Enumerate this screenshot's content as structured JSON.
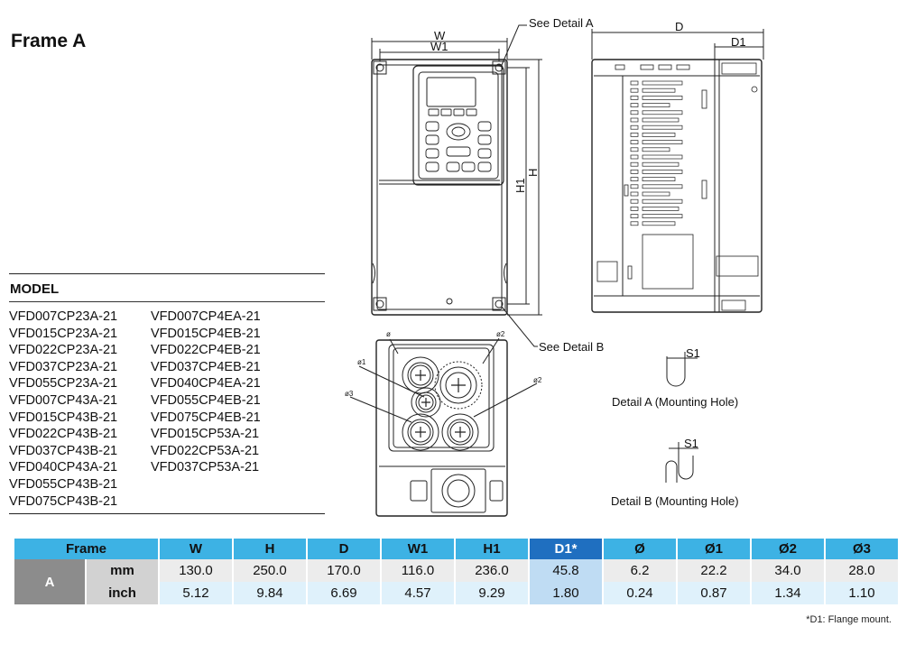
{
  "title": "Frame A",
  "models": {
    "header": "MODEL",
    "col1": [
      "VFD007CP23A-21",
      "VFD015CP23A-21",
      "VFD022CP23A-21",
      "VFD037CP23A-21",
      "VFD055CP23A-21",
      "VFD007CP43A-21",
      "VFD015CP43B-21",
      "VFD022CP43B-21",
      "VFD037CP43B-21",
      "VFD040CP43A-21",
      "VFD055CP43B-21",
      "VFD075CP43B-21"
    ],
    "col2": [
      "VFD007CP4EA-21",
      "VFD015CP4EB-21",
      "VFD022CP4EB-21",
      "VFD037CP4EB-21",
      "VFD040CP4EA-21",
      "VFD055CP4EB-21",
      "VFD075CP4EB-21",
      "VFD015CP53A-21",
      "VFD022CP53A-21",
      "VFD037CP53A-21"
    ]
  },
  "drawing_labels": {
    "w": "W",
    "w1": "W1",
    "h": "H",
    "h1": "H1",
    "d": "D",
    "d1": "D1",
    "see_detail_a": "See Detail A",
    "see_detail_b": "See Detail B",
    "s1": "S1",
    "detail_a": "Detail A (Mounting Hole)",
    "detail_b": "Detail B (Mounting Hole)",
    "phi": "ø",
    "phi1": "ø1",
    "phi2": "ø2",
    "phi3": "ø3"
  },
  "table": {
    "headers": [
      "Frame",
      "W",
      "H",
      "D",
      "W1",
      "H1",
      "D1*",
      "Ø",
      "Ø1",
      "Ø2",
      "Ø3"
    ],
    "frame": "A",
    "rows": [
      {
        "unit": "mm",
        "values": [
          "130.0",
          "250.0",
          "170.0",
          "116.0",
          "236.0",
          "45.8",
          "6.2",
          "22.2",
          "34.0",
          "28.0"
        ]
      },
      {
        "unit": "inch",
        "values": [
          "5.12",
          "9.84",
          "6.69",
          "4.57",
          "9.29",
          "1.80",
          "0.24",
          "0.87",
          "1.34",
          "1.10"
        ]
      }
    ]
  },
  "footnote": "*D1: Flange mount."
}
